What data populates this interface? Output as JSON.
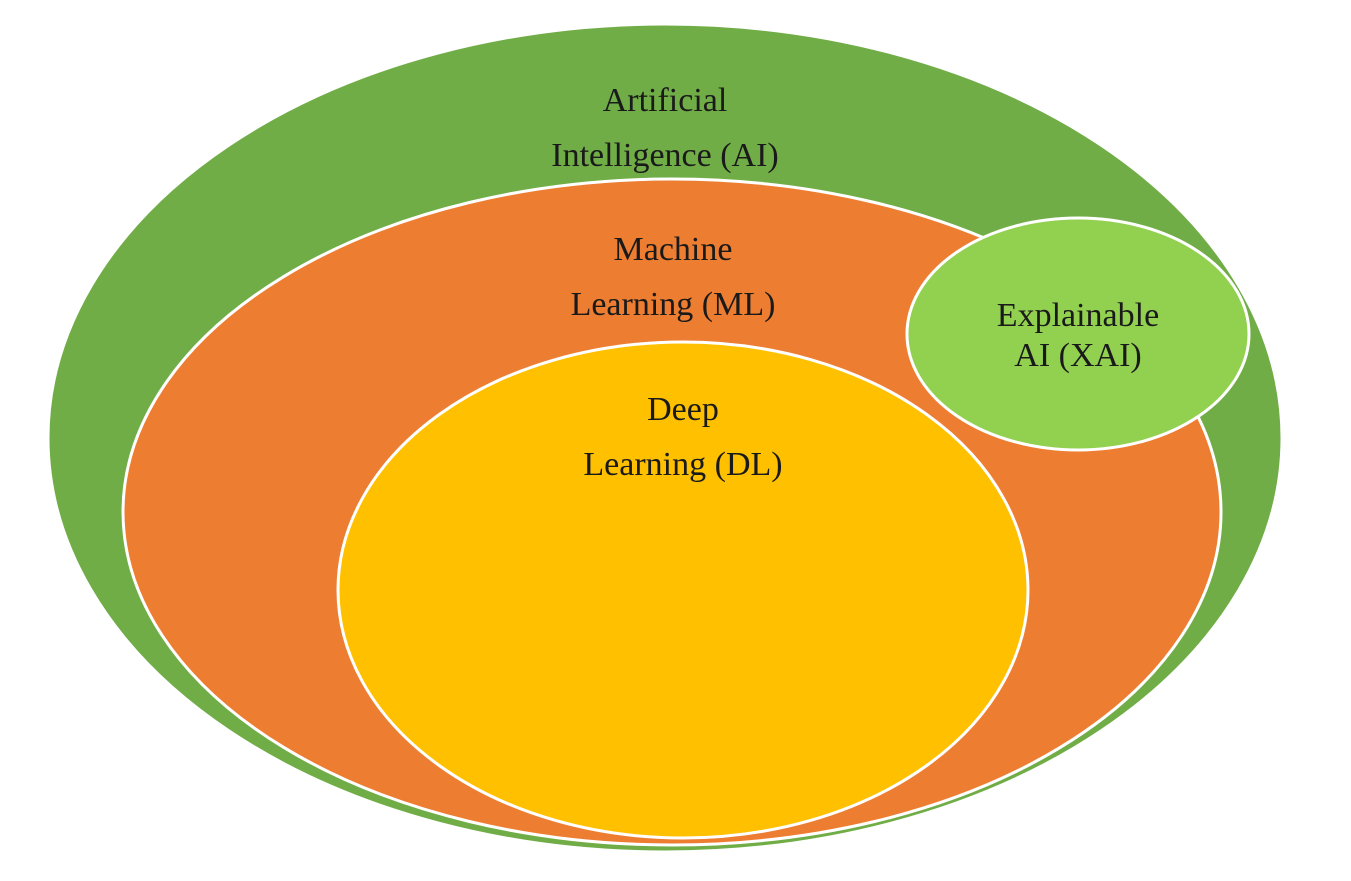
{
  "diagram": {
    "colors": {
      "ai": "#70AD47",
      "ml": "#ED7D31",
      "dl": "#FFC000",
      "xai": "#92D050",
      "outline": "#FFFFFF",
      "text": "#1a1a1a"
    },
    "ai": {
      "line1": "Artificial",
      "line2": "Intelligence (AI)"
    },
    "ml": {
      "line1": "Machine",
      "line2": "Learning (ML)"
    },
    "dl": {
      "line1": "Deep",
      "line2": "Learning (DL)"
    },
    "xai": {
      "line1": "Explainable",
      "line2": "AI (XAI)"
    }
  }
}
